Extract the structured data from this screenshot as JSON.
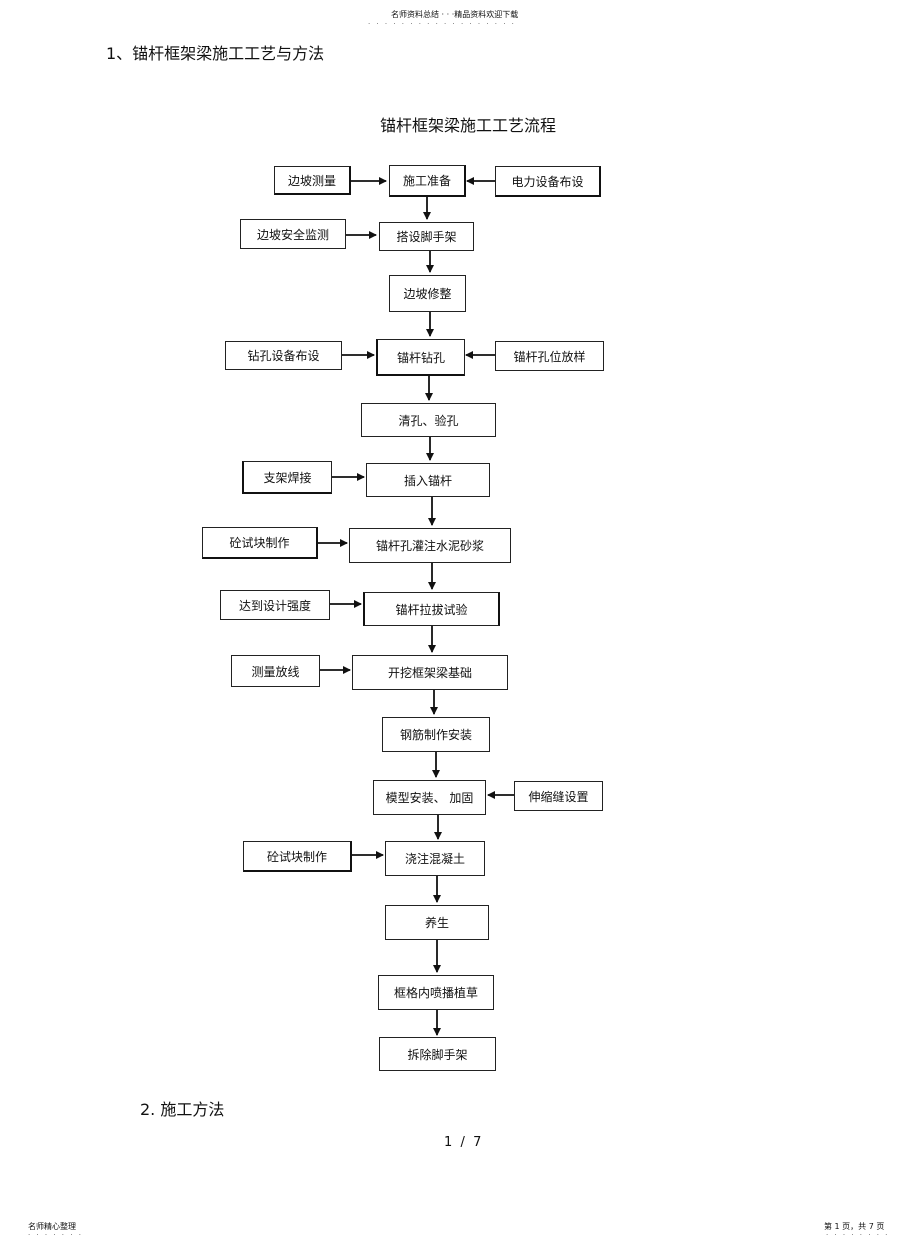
{
  "header": {
    "top_text": "名师资料总结 · · ·精品资料欢迎下载",
    "dots": "· · · · · · · · · · · · · · · · · ·"
  },
  "section1": {
    "heading": "1、锚杆框架梁施工工艺与方法"
  },
  "flowchart": {
    "title": "锚杆框架梁施工工艺流程",
    "main_steps": [
      "施工准备",
      "搭设脚手架",
      "边坡修整",
      "锚杆钻孔",
      "清孔、验孔",
      "插入锚杆",
      "锚杆孔灌注水泥砂浆",
      "锚杆拉拔试验",
      "开挖框架梁基础",
      "钢筋制作安装",
      "模型安装、 加固",
      "浇注混凝土",
      "养生",
      "框格内喷播植草",
      "拆除脚手架"
    ],
    "left_inputs": [
      "边坡测量",
      "边坡安全监测",
      "钻孔设备布设",
      "支架焊接",
      "砼试块制作",
      "达到设计强度",
      "测量放线",
      "砼试块制作"
    ],
    "right_inputs": [
      "电力设备布设",
      "锚杆孔位放样",
      "伸缩缝设置"
    ]
  },
  "section2": {
    "heading": "2.  施工方法"
  },
  "page_number": "1  /  7",
  "footer": {
    "left": "名师精心整理",
    "left_dots": "· · · · · · ·",
    "right": "第 1 页，共 7 页",
    "right_dots": "· · · · · · · ·"
  }
}
